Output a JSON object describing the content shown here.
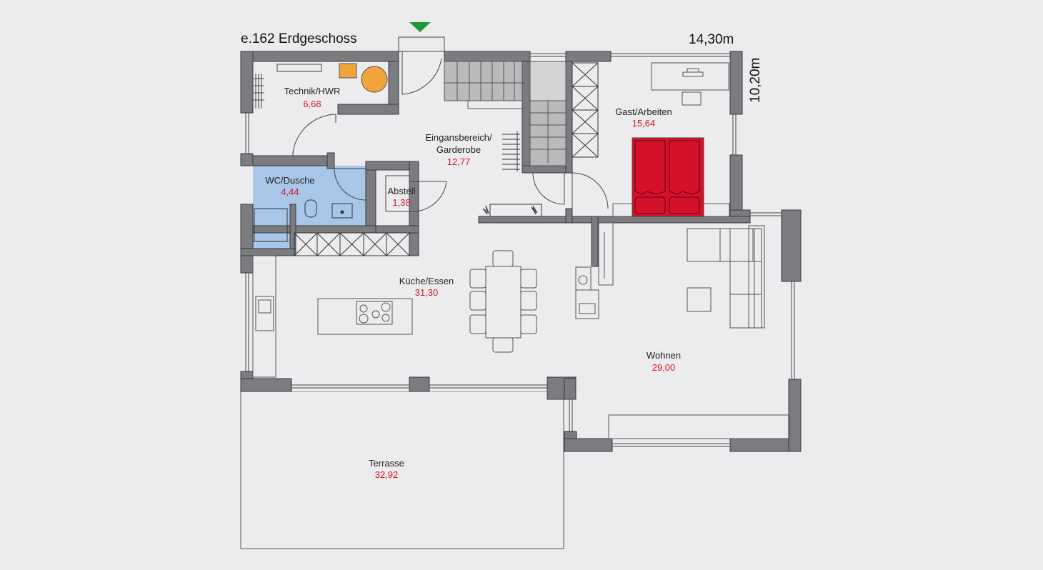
{
  "plan": {
    "title": "e.162 Erdgeschoss",
    "width_dim": "14,30m",
    "depth_dim": "10,20m",
    "entrance_marker": "green-triangle",
    "rooms": [
      {
        "name": "Technik/HWR",
        "area": "6,68"
      },
      {
        "name": "WC/Dusche",
        "area": "4,44"
      },
      {
        "name": "Abstell",
        "area": "1,38"
      },
      {
        "name": "Eingansbereich/",
        "name2": "Garderobe",
        "area": "12,77"
      },
      {
        "name": "Gast/Arbeiten",
        "area": "15,64"
      },
      {
        "name": "Küche/Essen",
        "area": "31,30"
      },
      {
        "name": "Wohnen",
        "area": "29,00"
      },
      {
        "name": "Terrasse",
        "area": "32,92"
      }
    ],
    "colors": {
      "background": "#ebebed",
      "wall": "#7b7c7f",
      "wc_fill": "#a7c6e8",
      "bed": "#d6122b",
      "boiler": "#f0a43a",
      "entrance_marker": "#1f9a3b",
      "area_text": "#d3172b"
    }
  }
}
